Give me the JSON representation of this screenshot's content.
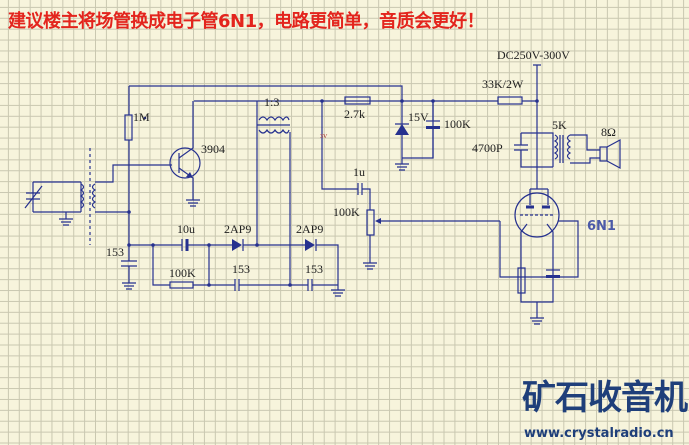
{
  "title": "建议楼主将场管换成电子管6N1，电路更简单，音质会更好！",
  "colors": {
    "title": "#e3241d",
    "wire": "#26318f",
    "logo": "#1f3f7a",
    "grid": "#c9c7b0",
    "background": "#f7f4dc"
  },
  "labels": {
    "supply": "DC250V-300V",
    "r_33k": "33K/2W",
    "r_1m": "1M",
    "transformer": "1:3",
    "r_2k7": "2.7k",
    "zener": "15V",
    "c_100k": "100K",
    "transistor": "3904",
    "bias_v": "3V",
    "r_5k": "5K",
    "speaker": "8Ω",
    "c_4700p": "4700P",
    "c_1u": "1u",
    "pot": "100K",
    "tube": "6N1",
    "c_10u": "10u",
    "diode1": "2AP9",
    "diode2": "2AP9",
    "c_153a": "153",
    "r_100k": "100K",
    "c_153b": "153",
    "c_153c": "153"
  },
  "logo": {
    "name": "矿石收音机",
    "url": "www.crystalradio.cn"
  }
}
